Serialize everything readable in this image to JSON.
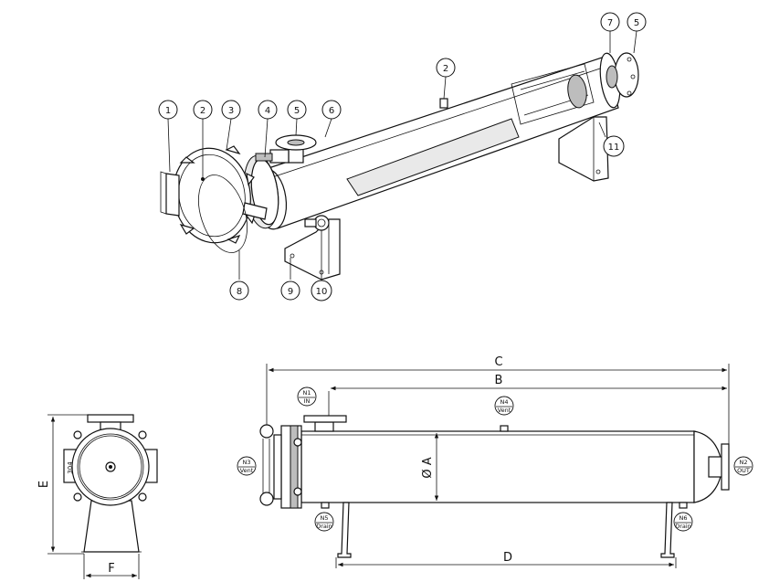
{
  "callouts": [
    "1",
    "2",
    "3",
    "4",
    "5",
    "6",
    "7",
    "5",
    "2",
    "11",
    "8",
    "9",
    "10"
  ],
  "dimensions": {
    "C": "C",
    "B": "B",
    "D": "D",
    "A": "Ø A",
    "E": "E",
    "F": "F"
  },
  "nozzles": [
    {
      "id": "N1",
      "label": "IN"
    },
    {
      "id": "N4",
      "label": "Vent"
    },
    {
      "id": "N3",
      "label": "Vent"
    },
    {
      "id": "N2",
      "label": "OUT"
    },
    {
      "id": "N5",
      "label": "Drain"
    },
    {
      "id": "N6",
      "label": "Drain"
    }
  ],
  "material_mark": "304",
  "colors": {
    "line": "#111111",
    "background": "#ffffff",
    "shade": "#e9e9e9"
  }
}
